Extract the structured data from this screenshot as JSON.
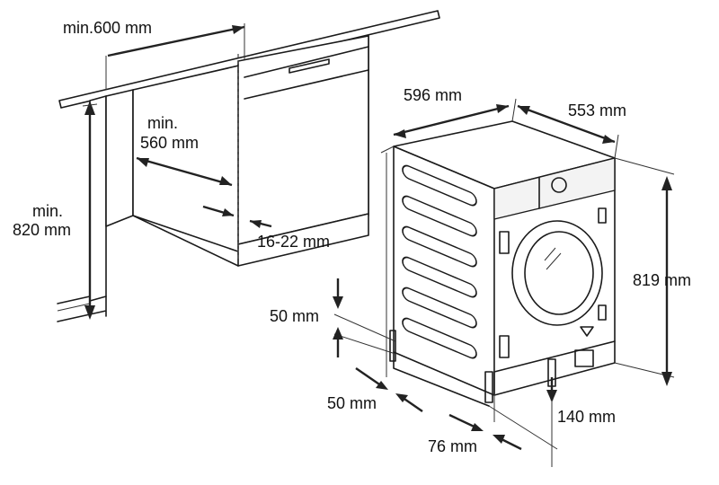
{
  "labels": {
    "cabinet_width": "min.600 mm",
    "cabinet_depth_line1": "min.",
    "cabinet_depth_line2": "560 mm",
    "cabinet_height_line1": "min.",
    "cabinet_height_line2": "820 mm",
    "door_gap": "16-22 mm",
    "machine_width": "596 mm",
    "machine_depth": "553 mm",
    "machine_height": "819 mm",
    "vent_height": "50 mm",
    "side_clearance": "50 mm",
    "plinth_depth": "140 mm",
    "plinth_offset": "76 mm"
  },
  "colors": {
    "line": "#1a1a1a",
    "fill": "#ffffff",
    "shade": "#f3f3f3"
  }
}
